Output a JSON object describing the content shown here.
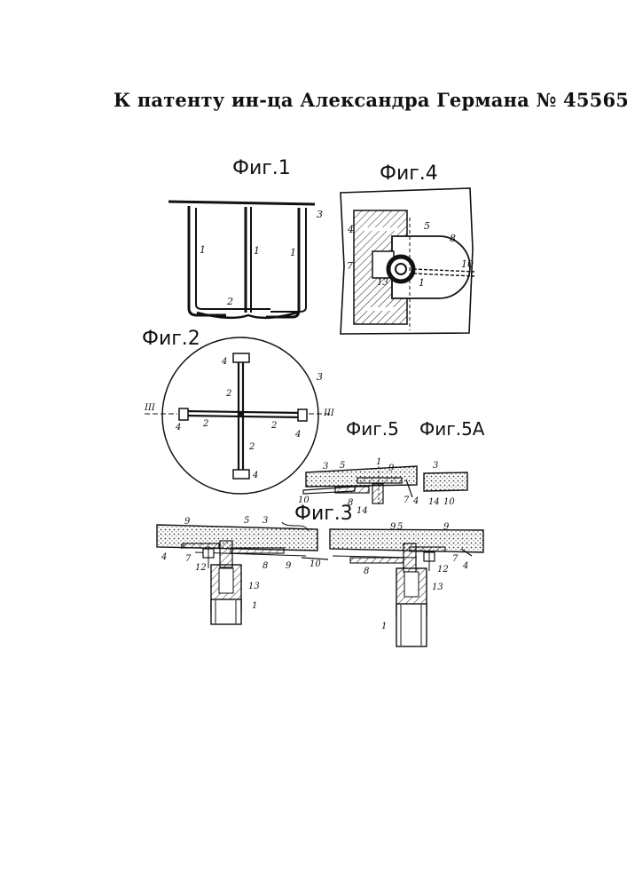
{
  "header": "К патенту ин-ца Александра Германа № 45565",
  "figures": {
    "fig1": "Фиг.1",
    "fig2": "Фиг.2",
    "fig3": "Фиг.3",
    "fig4": "Фиг.4",
    "fig5": "Фиг.5",
    "fig5a": "Фиг.5А"
  },
  "section_mark": "III",
  "labels": {
    "n1": "1",
    "n2": "2",
    "n3": "3",
    "n4": "4",
    "n5": "5",
    "n7": "7",
    "n8": "8",
    "n9": "9",
    "n10": "10",
    "n12": "12",
    "n13": "13",
    "n14": "14"
  }
}
